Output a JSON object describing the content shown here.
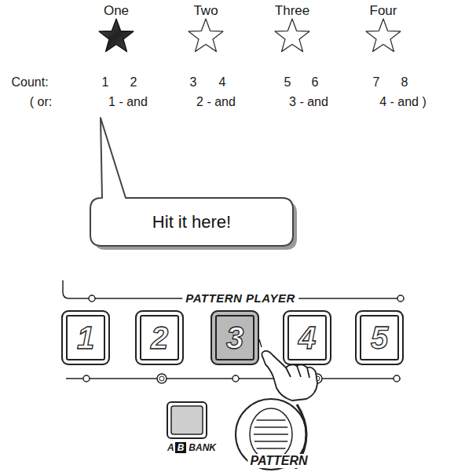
{
  "diagram": {
    "nodes": [
      {
        "text": [
          "Hit it here!"
        ]
      },
      {
        "text": [
          "1"
        ]
      },
      {
        "text": [
          "2"
        ]
      },
      {
        "text": [
          "3"
        ]
      },
      {
        "text": [
          "4"
        ]
      },
      {
        "text": [
          "5"
        ]
      }
    ],
    "labels": [
      "One",
      "Two",
      "Three",
      "Four",
      "Count:",
      "1",
      "2",
      "3",
      "4",
      "5",
      "6",
      "7",
      "8",
      "( or:",
      "1 - and",
      "2 - and",
      "3 - and",
      "4 - and )",
      "PATTERN PLAYER",
      "A",
      "B",
      "BANK",
      "PATTERN"
    ]
  }
}
